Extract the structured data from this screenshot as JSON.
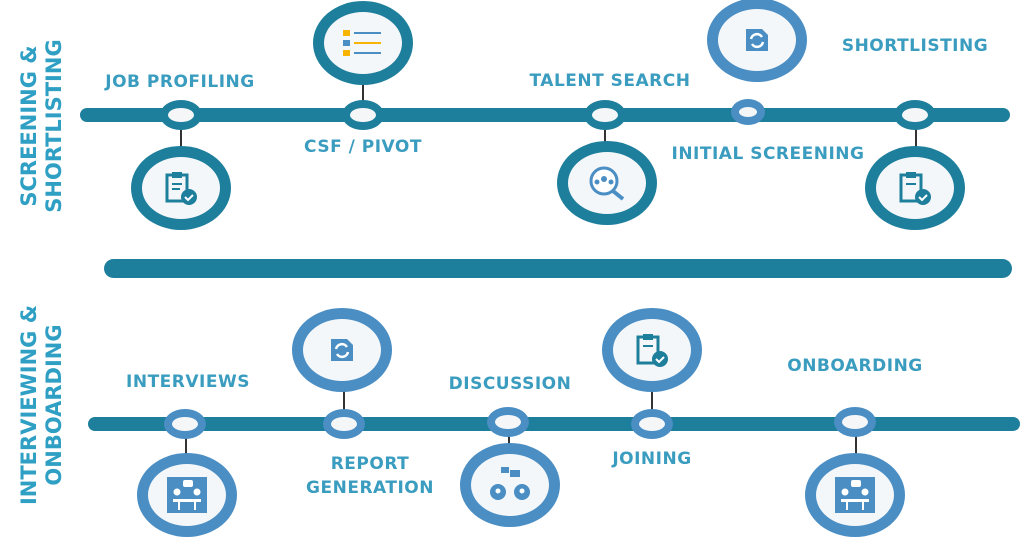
{
  "sections": [
    {
      "title_line1": "SCREENING &",
      "title_line2": "SHORTLISTING"
    },
    {
      "title_line1": "INTERVIEWING &",
      "title_line2": "ONBOARDING"
    }
  ],
  "steps": {
    "job_profiling": "JOB PROFILING",
    "csf_pivot": "CSF / PIVOT",
    "talent_search": "TALENT SEARCH",
    "initial_screening": "INITIAL SCREENING",
    "shortlisting": "SHORTLISTING",
    "interviews": "INTERVIEWS",
    "report_line1": "REPORT",
    "report_line2": "GENERATION",
    "discussion": "DISCUSSION",
    "joining": "JOINING",
    "onboarding": "ONBOARDING"
  },
  "colors": {
    "teal": "#1e7f9c",
    "blue": "#4a8ec4",
    "text": "#3a9cbf"
  }
}
